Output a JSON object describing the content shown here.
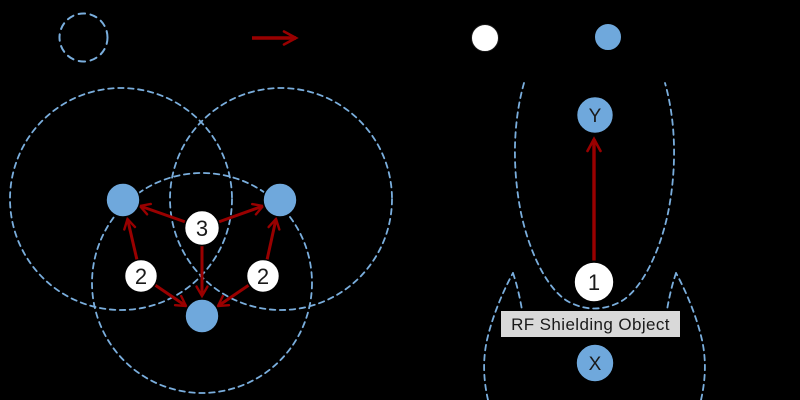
{
  "colors": {
    "background": "#000000",
    "range_dash": "#7aaedd",
    "node_blue": "#6fa8dc",
    "node_white": "#ffffff",
    "arrow_red": "#990000",
    "node_outline": "#000000",
    "shield_bg": "#d9d9d9",
    "label_text": "#1a1a1a"
  },
  "legend": {
    "range_swatch_icon": "dashed-circle-range-icon",
    "arrow_swatch_icon": "red-arrow-icon",
    "white_node_swatch_icon": "white-node-icon",
    "blue_node_swatch_icon": "blue-node-icon"
  },
  "left_diagram": {
    "badges": [
      {
        "label": "2"
      },
      {
        "label": "3"
      },
      {
        "label": "2"
      }
    ]
  },
  "right_diagram": {
    "attack_badge": {
      "label": "1"
    },
    "node_y": {
      "label": "Y"
    },
    "node_x": {
      "label": "X"
    },
    "shield_label": "RF Shielding Object"
  }
}
